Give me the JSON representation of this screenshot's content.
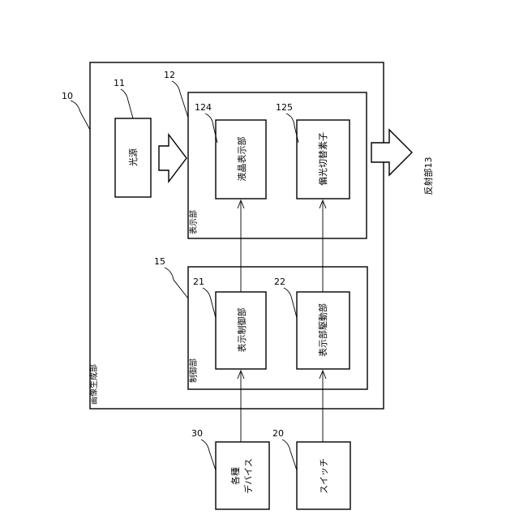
{
  "refs": {
    "image_generator": "10",
    "light_source": "11",
    "display_unit": "12",
    "controller": "15",
    "display_controller": "21",
    "display_driver": "22",
    "lcd": "124",
    "polarization": "125",
    "devices": "30",
    "switch": "20"
  },
  "labels": {
    "image_generator": "画像生成部",
    "display_unit": "表示部",
    "controller": "制御部",
    "light_source": "光源",
    "lcd": "液晶表示部",
    "polarization": "偏光切替素子",
    "display_controller": "表示制御部",
    "display_driver": "表示部駆動部",
    "devices_line1": "各種",
    "devices_line2": "デバイス",
    "switch": "スイッチ",
    "reflector": "反射部13"
  }
}
